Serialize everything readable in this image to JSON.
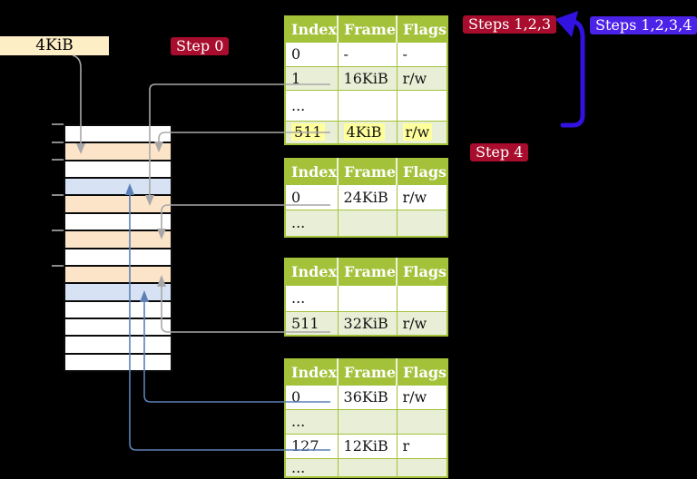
{
  "labels": {
    "page_size": "4KiB"
  },
  "badges": {
    "step0": "Step 0",
    "steps123": "Steps 1,2,3",
    "steps1234": "Steps 1,2,3,4",
    "step4": "Step 4"
  },
  "tables": {
    "t1": {
      "headers": [
        "Index",
        "Frame",
        "Flags"
      ],
      "rows": [
        {
          "index": "0",
          "frame": "-",
          "flags": "-"
        },
        {
          "index": "1",
          "frame": "16KiB",
          "flags": "r/w"
        },
        {
          "index": "...",
          "frame": "",
          "flags": ""
        },
        {
          "index": "511",
          "frame": "4KiB",
          "flags": "r/w",
          "highlight": true
        }
      ]
    },
    "t2": {
      "headers": [
        "Index",
        "Frame",
        "Flags"
      ],
      "rows": [
        {
          "index": "0",
          "frame": "24KiB",
          "flags": "r/w"
        },
        {
          "index": "...",
          "frame": "",
          "flags": ""
        }
      ]
    },
    "t3": {
      "headers": [
        "Index",
        "Frame",
        "Flags"
      ],
      "rows": [
        {
          "index": "...",
          "frame": "",
          "flags": ""
        },
        {
          "index": "511",
          "frame": "32KiB",
          "flags": "r/w"
        }
      ]
    },
    "t4": {
      "headers": [
        "Index",
        "Frame",
        "Flags"
      ],
      "rows": [
        {
          "index": "0",
          "frame": "36KiB",
          "flags": "r/w"
        },
        {
          "index": "...",
          "frame": "",
          "flags": ""
        },
        {
          "index": "127",
          "frame": "12KiB",
          "flags": "r"
        },
        {
          "index": "...",
          "frame": "",
          "flags": ""
        }
      ]
    }
  },
  "memory": {
    "rows": [
      "white",
      "peach",
      "white",
      "blue",
      "peach",
      "white",
      "peach",
      "white",
      "peach",
      "blue",
      "white",
      "white",
      "white",
      "white"
    ]
  },
  "colors": {
    "white": "#ffffff",
    "peach": "#fce4c9",
    "blue": "#d7e3f4",
    "header_green": "#a3c139",
    "row_light_green": "#e9efd6",
    "highlight_yellow": "#ffff9c",
    "badge_red": "#a90d2d",
    "badge_blue": "#4b22e8",
    "thick_arrow_blue": "#3212e0",
    "thin_line_gray": "#a8a8a8",
    "thin_line_steelblue": "#5c80b6",
    "wheat_box": "#fdeec6"
  }
}
